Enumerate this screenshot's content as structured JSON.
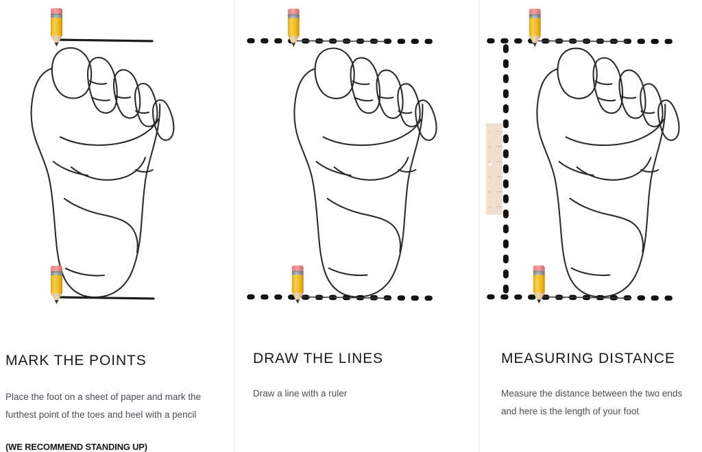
{
  "page": {
    "background": "#ffffff",
    "divider_color": "#ececec",
    "title_color": "#17181a",
    "body_color": "#4a4f55"
  },
  "steps": [
    {
      "id": "mark-the-points",
      "title": "MARK THE POINTS",
      "body": "Place the foot on a sheet of paper and mark the furthest point of the toes and heel with a pencil",
      "note": "(WE RECOMMEND STANDING UP)",
      "illustration": {
        "name": "foot-sole-with-pencil-marks",
        "line_style": "solid",
        "top_pencil": "pencil-icon",
        "bottom_pencil": "pencil-icon",
        "has_ruler": false
      }
    },
    {
      "id": "draw-the-lines",
      "title": "DRAW THE LINES",
      "body": "Draw a line with a ruler",
      "note": "",
      "illustration": {
        "name": "foot-sole-with-dotted-lines",
        "line_style": "dotted",
        "top_pencil": "pencil-icon",
        "bottom_pencil": "pencil-icon",
        "has_ruler": false
      }
    },
    {
      "id": "measuring-distance",
      "title": "MEASURING DISTANCE",
      "body": "Measure the distance between the two ends and here is the length of your foot",
      "note": "",
      "illustration": {
        "name": "foot-sole-with-ruler",
        "line_style": "dotted",
        "top_pencil": "pencil-icon",
        "bottom_pencil": "pencil-icon",
        "has_ruler": true,
        "ruler_color": "#f2dece"
      }
    }
  ],
  "icons": {
    "pencil": {
      "name": "pencil-icon",
      "eraser_color": "#f08a8a",
      "ferrule_color": "#9aa0a6",
      "body_color": "#f5c12e",
      "body_shadow": "#e0a81c",
      "wood_color": "#e8c79a",
      "tip_color": "#3c3c3c"
    },
    "foot": {
      "name": "foot-sole-icon",
      "stroke_color": "#2b2b2b"
    },
    "ruler": {
      "name": "ruler-icon",
      "face_color": "#f2dece",
      "tick_color": "#b9a08c"
    }
  }
}
